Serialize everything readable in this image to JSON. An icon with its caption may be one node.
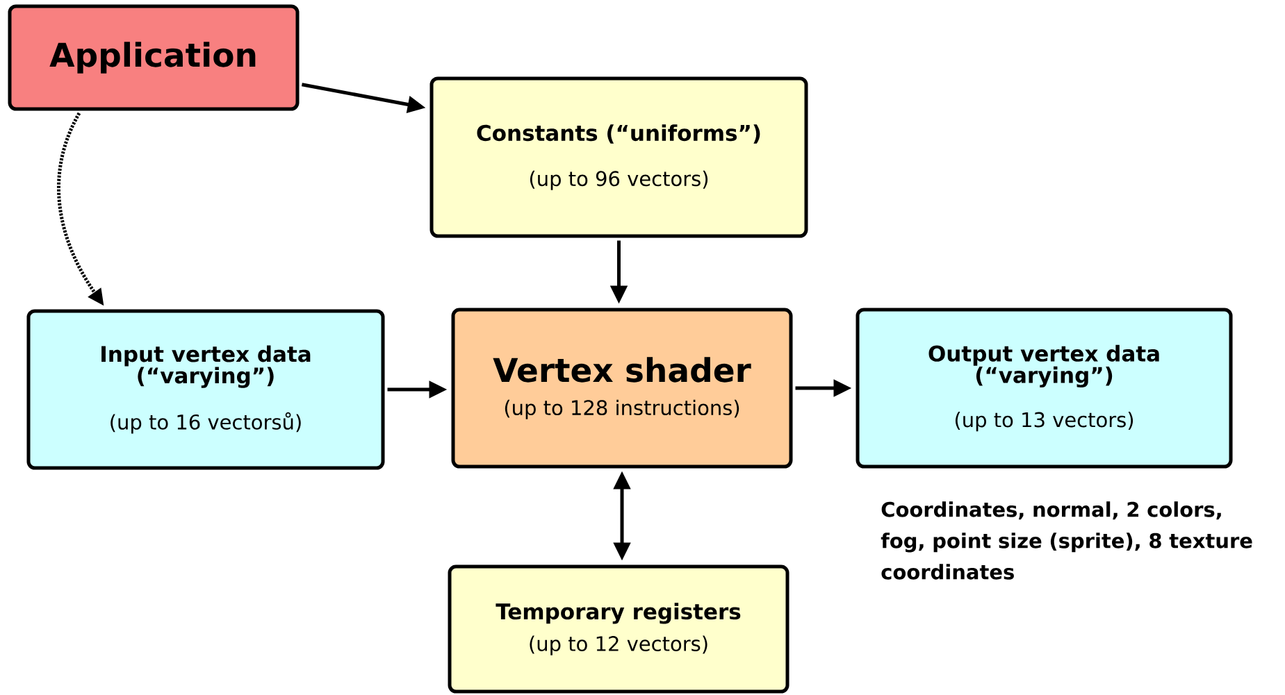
{
  "diagram": {
    "nodes": [
      {
        "text": [
          "Application"
        ]
      },
      {
        "text": [
          "Constants (“uniforms”)",
          "(up to 96 vectors)"
        ]
      },
      {
        "text": [
          "Input vertex data (“varying”)",
          "(up to 16 vectorsů)"
        ]
      },
      {
        "text": [
          "Vertex shader",
          "(up to 128 instructions)"
        ]
      },
      {
        "text": [
          "Output vertex data (“varying”)",
          "(up to 13 vectors)"
        ]
      },
      {
        "text": [
          "Temporary registers",
          "(up to 12 vectors)"
        ]
      }
    ],
    "edges": [
      {
        "from": 0,
        "to": 1,
        "arrow": "to"
      },
      {
        "from": 0,
        "to": 2,
        "arrow": "to",
        "style": "dashed"
      },
      {
        "from": 1,
        "to": 3,
        "arrow": "to"
      },
      {
        "from": 2,
        "to": 3,
        "arrow": "to"
      },
      {
        "from": 3,
        "to": 4,
        "arrow": "to"
      },
      {
        "from": 3,
        "to": 5,
        "arrow": "both"
      }
    ],
    "labels": [
      "Coordinates, normal, 2 colors, fog, point size (sprite), 8 texture coordinates"
    ]
  }
}
